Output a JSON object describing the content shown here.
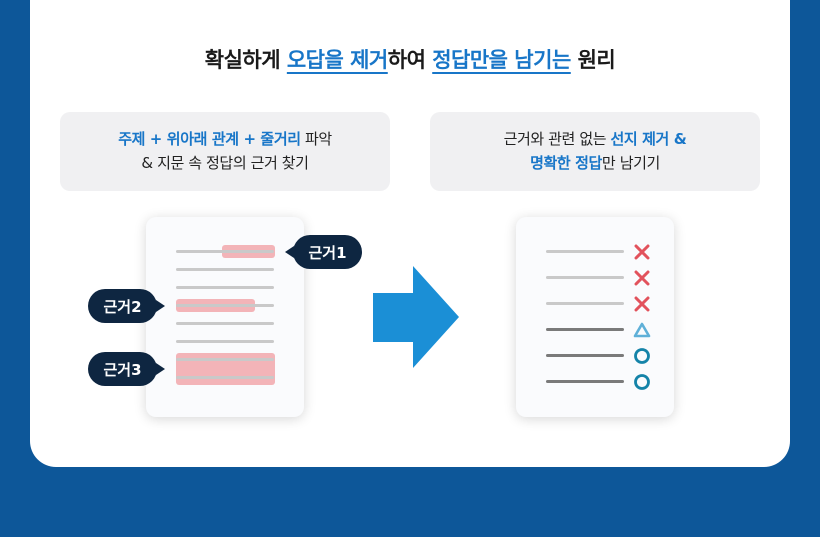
{
  "headline": {
    "p1": "확실하게 ",
    "h1": "오답을 제거",
    "p2": "하여 ",
    "h2": "정답만을 남기는",
    "p3": " 원리"
  },
  "left_step": {
    "line1_bold": "주제 + 위아래 관계 + 줄거리",
    "line1_rest": " 파악",
    "line2": "& 지문 속 정답의 근거 찾기"
  },
  "right_step": {
    "line1_rest": "근거와 관련 없는 ",
    "line1_bold": "선지 제거 &",
    "line2_bold": "명확한 정답",
    "line2_rest": "만 남기기"
  },
  "bubbles": {
    "b1": "근거1",
    "b2": "근거2",
    "b3": "근거3"
  },
  "marks": [
    "x-icon",
    "x-icon",
    "x-icon",
    "triangle-icon",
    "circle-icon",
    "circle-icon"
  ],
  "colors": {
    "background": "#0d5799",
    "accent_blue": "#1876c8",
    "highlight_pink": "#f3b4b8",
    "bubble_navy": "#0e2641",
    "arrow_blue": "#1b8fd6",
    "x_red": "#e2525c",
    "triangle_blue": "#5fb0d8",
    "circle_teal": "#1483a8"
  }
}
